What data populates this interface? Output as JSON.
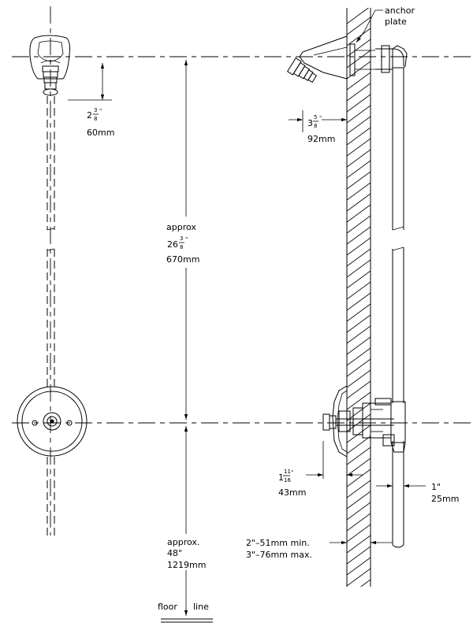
{
  "labels": {
    "anchor_plate_1": "anchor",
    "anchor_plate_2": "plate",
    "dim_head_whole": "2",
    "dim_head_num": "3",
    "dim_head_den": "8",
    "dim_head_unit": "\"",
    "dim_head_mm": "60mm",
    "dim_proj_whole": "3",
    "dim_proj_num": "5",
    "dim_proj_den": "8",
    "dim_proj_unit": "\"",
    "dim_proj_mm": "92mm",
    "dim_vert_approx": "approx",
    "dim_vert_whole": "26",
    "dim_vert_num": "3",
    "dim_vert_den": "8",
    "dim_vert_unit": "\"",
    "dim_vert_mm": "670mm",
    "dim_valve_whole": "1",
    "dim_valve_num": "11",
    "dim_valve_den": "16",
    "dim_valve_unit": "\"",
    "dim_valve_mm": "43mm",
    "dim_pipe_in": "1\"",
    "dim_pipe_mm": "25mm",
    "dim_floor_approx": "approx.",
    "dim_floor_in": "48\"",
    "dim_floor_mm": "1219mm",
    "dim_wall_min": "2\"–51mm min.",
    "dim_wall_max": "3\"–76mm max.",
    "floor_1": "floor",
    "floor_2": "line"
  }
}
